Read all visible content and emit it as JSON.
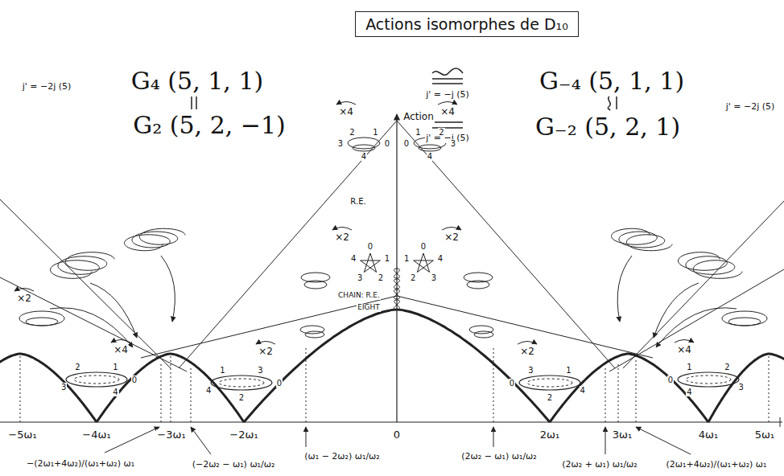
{
  "diagram": {
    "title": "Actions isomorphes de D₁₀",
    "labels": [
      "G₄ (5, 1, 1)",
      "G₋₄ (5, 1, 1)",
      "G₂ (5, 2, −1)",
      "G₋₂ (5, 2, 1)",
      "j' = −2j (5)",
      "j' = −j (5)",
      "j' = −2j (5)",
      "j' = −j (5)",
      "Action",
      "R.E.",
      "CHAIN: R.E.",
      "EIGHT",
      "−5ω₁",
      "−4ω₁",
      "−3ω₁",
      "−2ω₁",
      "0",
      "2ω₁",
      "3ω₁",
      "4ω₁",
      "5ω₁",
      "−(2ω₁+4ω₂)/(ω₁+ω₂) ω₁",
      "(−2ω₂ − ω₁) ω₁/ω₂",
      "(ω₁ − 2ω₂) ω₁/ω₂",
      "(2ω₂ − ω₁) ω₁/ω₂",
      "(2ω₂ + ω₁) ω₁/ω₂",
      "(2ω₁+4ω₂)/(ω₁+ω₂) ω₁",
      "×4",
      "×4",
      "×2",
      "×2",
      "×2",
      "×4",
      "×2",
      "×2",
      "×4",
      "0",
      "1",
      "2",
      "3",
      "4",
      "0",
      "1",
      "2",
      "3",
      "4",
      "0",
      "1",
      "2",
      "3",
      "4",
      "0",
      "1",
      "2",
      "3",
      "4",
      "0",
      "1",
      "2",
      "3",
      "4",
      "0",
      "1",
      "2",
      "3",
      "4",
      "0",
      "1",
      "2",
      "3",
      "4",
      "0",
      "1",
      "2",
      "3",
      "4"
    ]
  }
}
